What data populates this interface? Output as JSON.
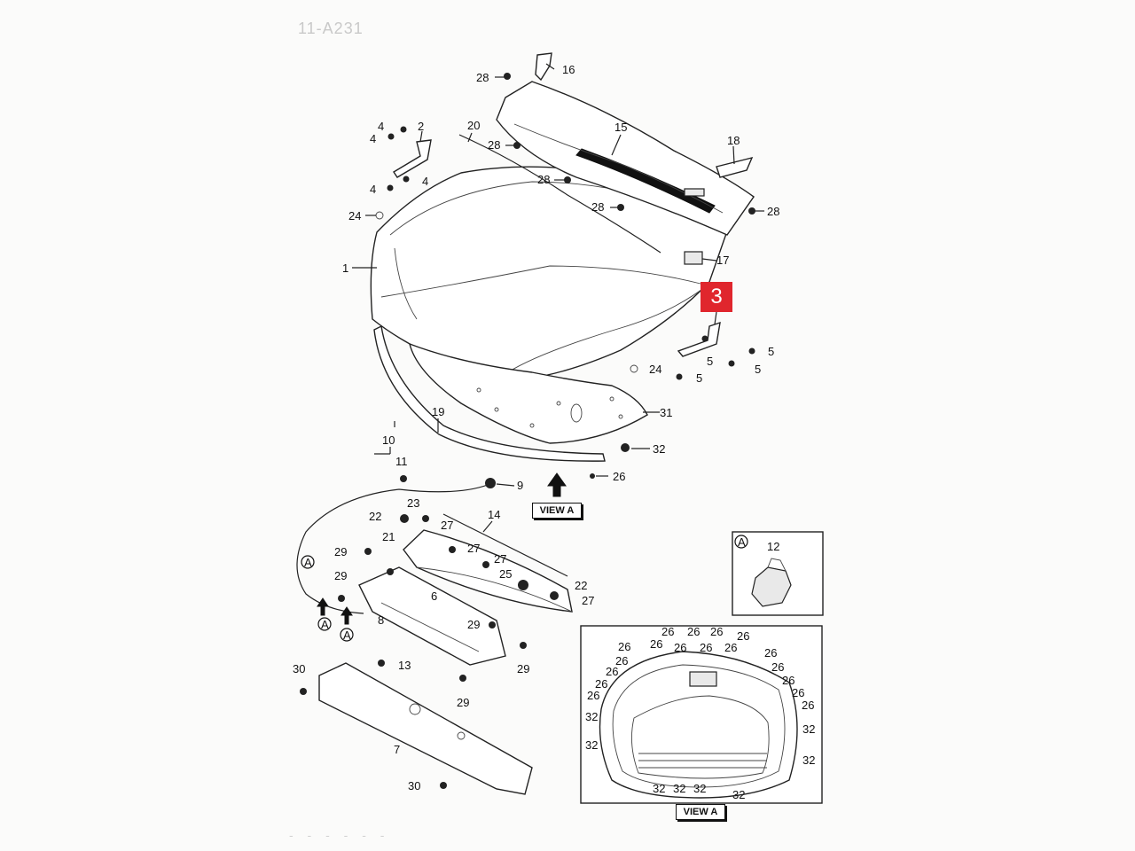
{
  "header_text": "11-A231",
  "footer_text": "- - - - - -",
  "highlight": {
    "label": "3",
    "color": "#e0262d"
  },
  "view_labels": {
    "main_arrow": "VIEW A",
    "inset": "VIEW A"
  },
  "detail_marker": "A",
  "callouts": [
    {
      "id": "c28a",
      "text": "28"
    },
    {
      "id": "c16",
      "text": "16"
    },
    {
      "id": "c15",
      "text": "15"
    },
    {
      "id": "c18",
      "text": "18"
    },
    {
      "id": "c20",
      "text": "20"
    },
    {
      "id": "c28b",
      "text": "28"
    },
    {
      "id": "c28c",
      "text": "28"
    },
    {
      "id": "c28d",
      "text": "28"
    },
    {
      "id": "c28e",
      "text": "28"
    },
    {
      "id": "c4a",
      "text": "4"
    },
    {
      "id": "c2",
      "text": "2"
    },
    {
      "id": "c4b",
      "text": "4"
    },
    {
      "id": "c4c",
      "text": "4"
    },
    {
      "id": "c4d",
      "text": "4"
    },
    {
      "id": "c24a",
      "text": "24"
    },
    {
      "id": "c1",
      "text": "1"
    },
    {
      "id": "c17",
      "text": "17"
    },
    {
      "id": "c5a",
      "text": "5"
    },
    {
      "id": "c5b",
      "text": "5"
    },
    {
      "id": "c5c",
      "text": "5"
    },
    {
      "id": "c5d",
      "text": "5"
    },
    {
      "id": "c24b",
      "text": "24"
    },
    {
      "id": "c31",
      "text": "31"
    },
    {
      "id": "c19",
      "text": "19"
    },
    {
      "id": "c32a",
      "text": "32"
    },
    {
      "id": "c10",
      "text": "10"
    },
    {
      "id": "c11",
      "text": "11"
    },
    {
      "id": "c9",
      "text": "9"
    },
    {
      "id": "c26a",
      "text": "26"
    },
    {
      "id": "c23",
      "text": "23"
    },
    {
      "id": "c22a",
      "text": "22"
    },
    {
      "id": "c27a",
      "text": "27"
    },
    {
      "id": "c14",
      "text": "14"
    },
    {
      "id": "c21",
      "text": "21"
    },
    {
      "id": "c27b",
      "text": "27"
    },
    {
      "id": "c29a",
      "text": "29"
    },
    {
      "id": "c27c",
      "text": "27"
    },
    {
      "id": "c25",
      "text": "25"
    },
    {
      "id": "c22b",
      "text": "22"
    },
    {
      "id": "c29b",
      "text": "29"
    },
    {
      "id": "c6",
      "text": "6"
    },
    {
      "id": "c27d",
      "text": "27"
    },
    {
      "id": "c8",
      "text": "8"
    },
    {
      "id": "c29c",
      "text": "29"
    },
    {
      "id": "c13",
      "text": "13"
    },
    {
      "id": "c29d",
      "text": "29"
    },
    {
      "id": "c30a",
      "text": "30"
    },
    {
      "id": "c29e",
      "text": "29"
    },
    {
      "id": "c7",
      "text": "7"
    },
    {
      "id": "c30b",
      "text": "30"
    },
    {
      "id": "c12",
      "text": "12"
    },
    {
      "id": "i26a",
      "text": "26"
    },
    {
      "id": "i26b",
      "text": "26"
    },
    {
      "id": "i26c",
      "text": "26"
    },
    {
      "id": "i26d",
      "text": "26"
    },
    {
      "id": "i26e",
      "text": "26"
    },
    {
      "id": "i26f",
      "text": "26"
    },
    {
      "id": "i26g",
      "text": "26"
    },
    {
      "id": "i26h",
      "text": "26"
    },
    {
      "id": "i26i",
      "text": "26"
    },
    {
      "id": "i26j",
      "text": "26"
    },
    {
      "id": "i26k",
      "text": "26"
    },
    {
      "id": "i26l",
      "text": "26"
    },
    {
      "id": "i26m",
      "text": "26"
    },
    {
      "id": "i26n",
      "text": "26"
    },
    {
      "id": "i26o",
      "text": "26"
    },
    {
      "id": "i26p",
      "text": "26"
    },
    {
      "id": "i26q",
      "text": "26"
    },
    {
      "id": "i26r",
      "text": "26"
    },
    {
      "id": "i32a",
      "text": "32"
    },
    {
      "id": "i32b",
      "text": "32"
    },
    {
      "id": "i32c",
      "text": "32"
    },
    {
      "id": "i32d",
      "text": "32"
    },
    {
      "id": "i32e",
      "text": "32"
    },
    {
      "id": "i32f",
      "text": "32"
    },
    {
      "id": "i32g",
      "text": "32"
    },
    {
      "id": "i32h",
      "text": "32"
    }
  ]
}
